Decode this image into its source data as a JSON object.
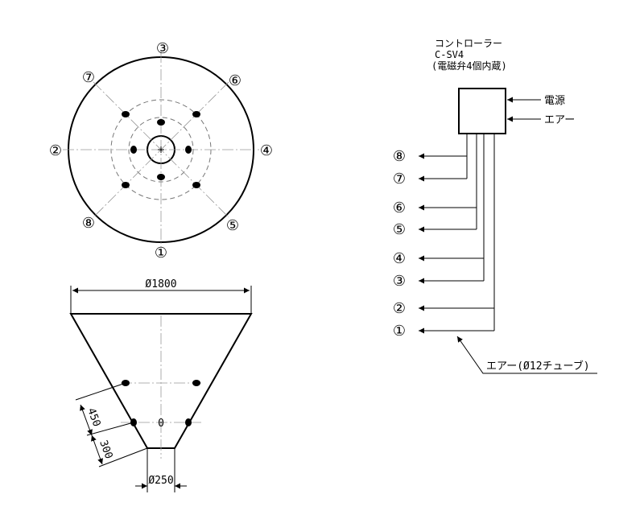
{
  "plan_view": {
    "port_labels": [
      "①",
      "②",
      "③",
      "④",
      "⑤",
      "⑥",
      "⑦",
      "⑧"
    ]
  },
  "elevation_view": {
    "top_diameter": "Ø1800",
    "bottom_diameter": "Ø250",
    "dim_upper": "450",
    "dim_lower": "300",
    "center_mark": "0"
  },
  "controller": {
    "title_line1": "コントローラー",
    "title_line2": "C-SV4",
    "title_line3": "(電磁弁4個内蔵)",
    "input_power": "電源",
    "input_air": "エアー"
  },
  "outputs": [
    "⑧",
    "⑦",
    "⑥",
    "⑤",
    "④",
    "③",
    "②",
    "①"
  ],
  "air_tube_label": "エアー(Ø12チューブ)"
}
